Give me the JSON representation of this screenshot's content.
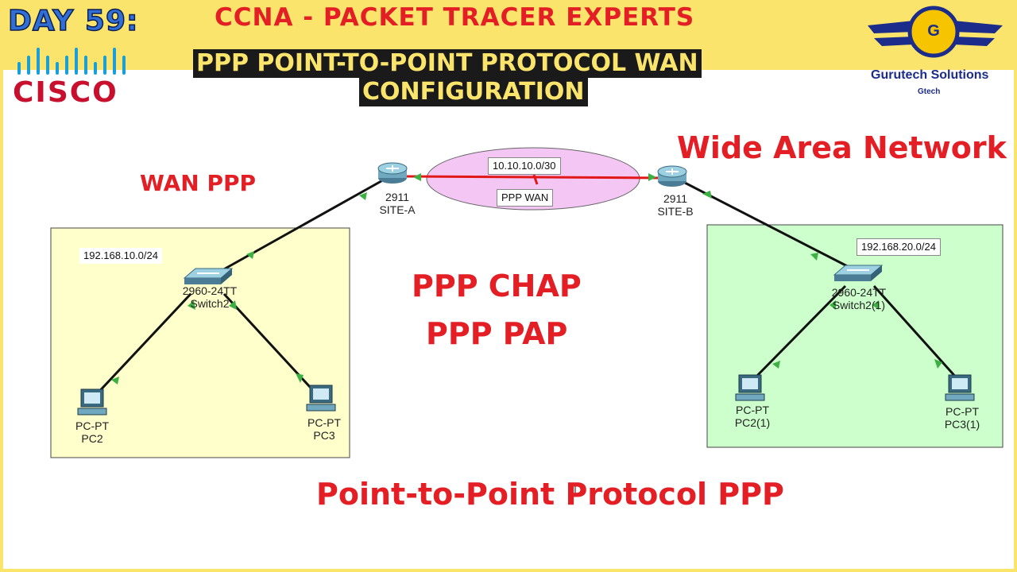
{
  "header": {
    "day": "DAY 59:",
    "title": "CCNA - PACKET TRACER EXPERTS",
    "subtitle_line1": "PPP POINT-TO-POINT PROTOCOL WAN",
    "subtitle_line2": "CONFIGURATION",
    "cisco_logo": "CISCO",
    "brand_name": "Gurutech Solutions",
    "brand_tag": "Gtech",
    "brand_badge": "G"
  },
  "labels": {
    "wan_ppp": "WAN PPP",
    "wide_area_network": "Wide Area Network",
    "ppp_chap": "PPP CHAP",
    "ppp_pap": "PPP PAP",
    "footer": "Point-to-Point Protocol PPP"
  },
  "wan_link": {
    "subnet": "10.10.10.0/30",
    "name": "PPP WAN"
  },
  "site_a": {
    "router_model": "2911",
    "router_name": "SITE-A",
    "subnet": "192.168.10.0/24",
    "switch_model": "2960-24TT",
    "switch_name": "Switch2",
    "pc_left_model": "PC-PT",
    "pc_left_name": "PC2",
    "pc_right_model": "PC-PT",
    "pc_right_name": "PC3"
  },
  "site_b": {
    "router_model": "2911",
    "router_name": "SITE-B",
    "subnet": "192.168.20.0/24",
    "switch_model": "2960-24TT",
    "switch_name": "Switch2(1)",
    "pc_left_model": "PC-PT",
    "pc_left_name": "PC2(1)",
    "pc_right_model": "PC-PT",
    "pc_right_name": "PC3(1)"
  },
  "colors": {
    "header_bg": "#fbe46b",
    "accent_red": "#e31e24",
    "site_a_zone": "#ffffcc",
    "site_b_zone": "#ccffcc",
    "wan_cloud": "#f4c6f4",
    "link_up": "#3cb043",
    "brand_blue": "#1b2c8a"
  }
}
